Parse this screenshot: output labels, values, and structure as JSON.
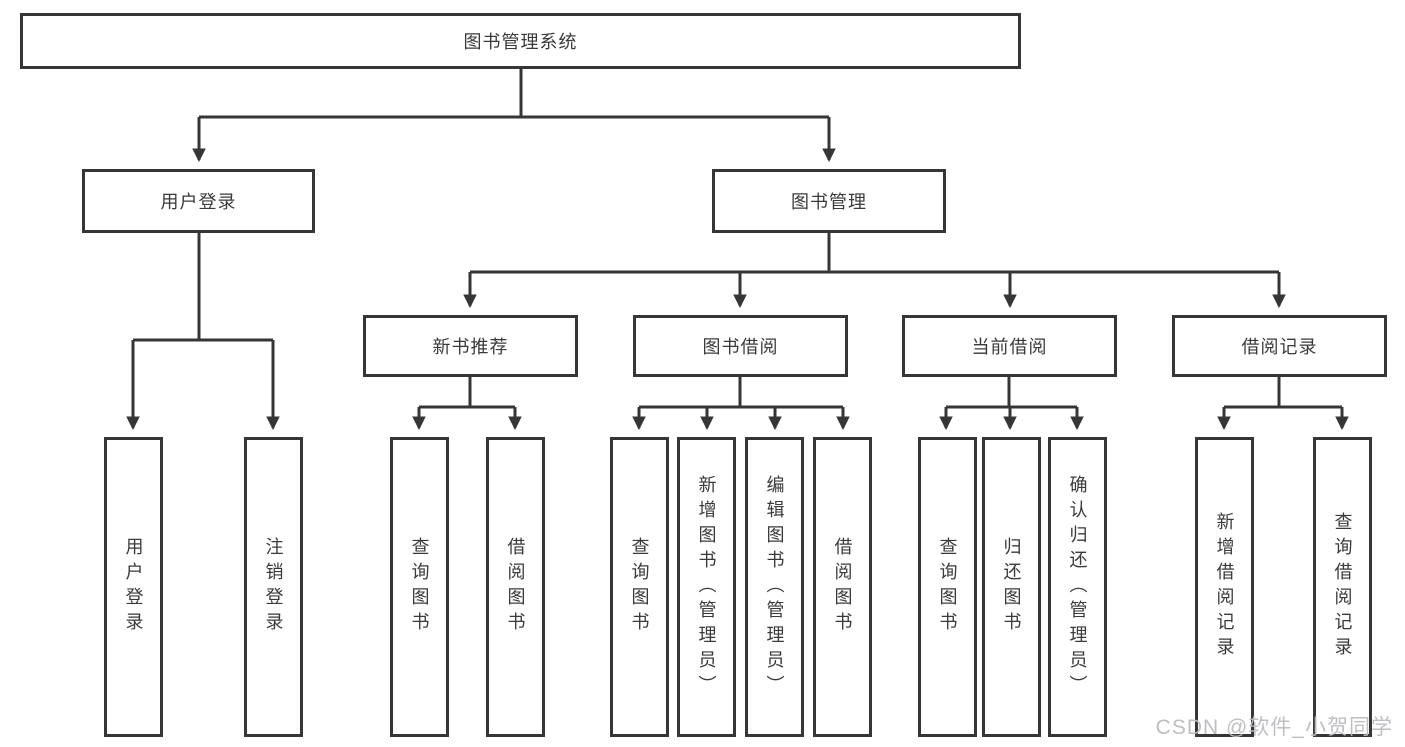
{
  "tree": {
    "label": "图书管理系统",
    "children": [
      {
        "label": "用户登录",
        "children": [
          {
            "label": "用户登录"
          },
          {
            "label": "注销登录"
          }
        ]
      },
      {
        "label": "图书管理",
        "children": [
          {
            "label": "新书推荐",
            "children": [
              {
                "label": "查询图书"
              },
              {
                "label": "借阅图书"
              }
            ]
          },
          {
            "label": "图书借阅",
            "children": [
              {
                "label": "查询图书"
              },
              {
                "label": "新增图书（管理员）"
              },
              {
                "label": "编辑图书（管理员）"
              },
              {
                "label": "借阅图书"
              }
            ]
          },
          {
            "label": "当前借阅",
            "children": [
              {
                "label": "查询图书"
              },
              {
                "label": "归还图书"
              },
              {
                "label": "确认归还（管理员）"
              }
            ]
          },
          {
            "label": "借阅记录",
            "children": [
              {
                "label": "新增借阅记录"
              },
              {
                "label": "查询借阅记录"
              }
            ]
          }
        ]
      }
    ]
  },
  "watermark": {
    "text": "CSDN @软件_小贺同学"
  },
  "colors": {
    "line": "#363636",
    "text": "#3a3a3a",
    "watermark": "#babac0",
    "background": "#ffffff"
  }
}
